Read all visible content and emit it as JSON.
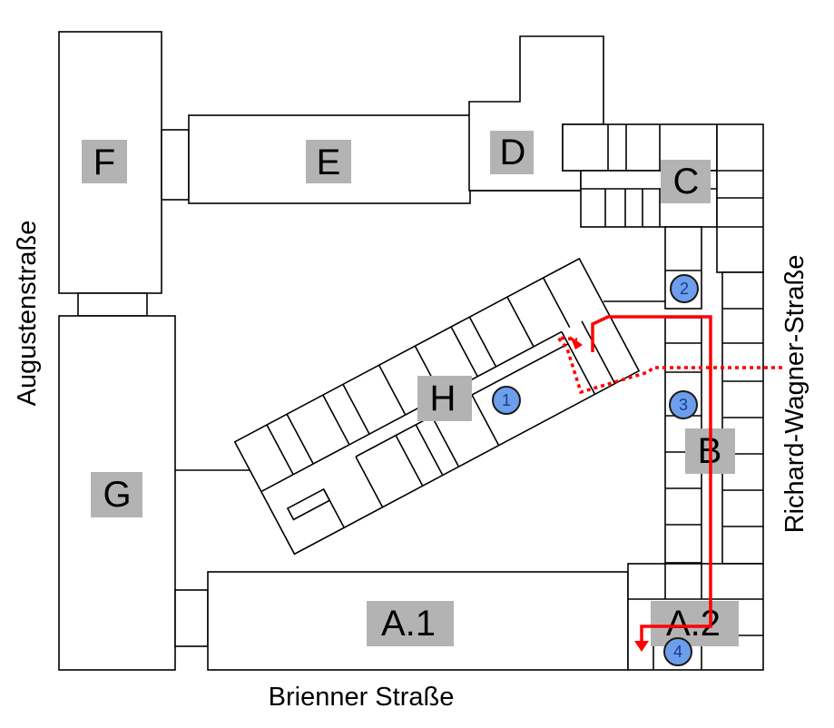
{
  "buildings": {
    "F": "F",
    "E": "E",
    "D": "D",
    "C": "C",
    "H": "H",
    "B": "B",
    "G": "G",
    "A1": "A.1",
    "A2": "A.2"
  },
  "streets": {
    "west": "Augustenstraße",
    "east": "Richard-Wagner-Straße",
    "south": "Brienner Straße"
  },
  "markers": [
    "1",
    "2",
    "3",
    "4"
  ],
  "colors": {
    "label_background": "#b3b3b3",
    "route": "#ff0000",
    "marker_fill": "#6d9eeb"
  }
}
